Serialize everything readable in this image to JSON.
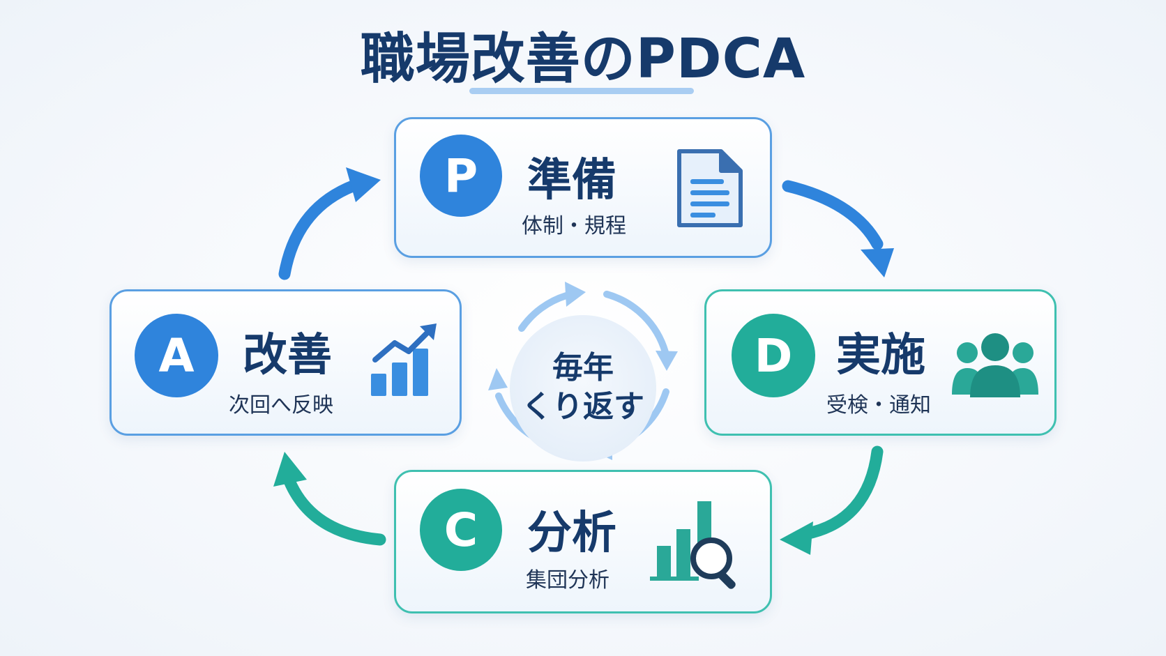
{
  "title": "職場改善のPDCA",
  "center": {
    "line1": "毎年",
    "line2": "くり返す"
  },
  "steps": {
    "plan": {
      "letter": "P",
      "title": "準備",
      "subtitle": "体制・規程",
      "icon": "document-icon"
    },
    "do": {
      "letter": "D",
      "title": "実施",
      "subtitle": "受検・通知",
      "icon": "people-group-icon"
    },
    "check": {
      "letter": "C",
      "title": "分析",
      "subtitle": "集団分析",
      "icon": "chart-magnifier-icon"
    },
    "act": {
      "letter": "A",
      "title": "改善",
      "subtitle": "次回へ反映",
      "icon": "growth-chart-icon"
    }
  },
  "colors": {
    "title": "#163a6b",
    "blue": "#2f84dc",
    "teal": "#22ad9a",
    "light_blue": "#9ec8f2"
  }
}
